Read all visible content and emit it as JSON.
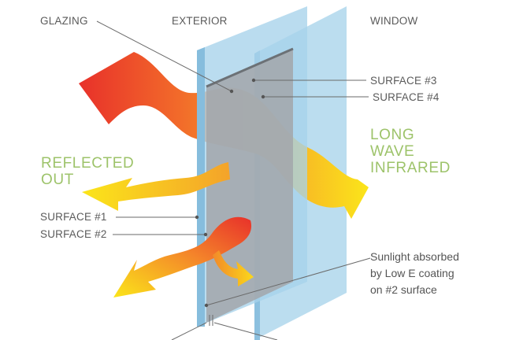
{
  "labels": {
    "glazing": "GLAZING",
    "exterior": "EXTERIOR",
    "window": "WINDOW",
    "surface3": "SURFACE #3",
    "surface4": "SURFACE #4",
    "surface1": "SURFACE #1",
    "surface2": "SURFACE #2",
    "reflected_line1": "REFLECTED",
    "reflected_line2": "OUT",
    "longwave_line1": "LONG",
    "longwave_line2": "WAVE",
    "longwave_line3": "INFRARED",
    "absorbed_line1": "Sunlight absorbed",
    "absorbed_line2": "by Low E coating",
    "absorbed_line3": "on #2 surface"
  },
  "colors": {
    "glass": "#9ec9e2",
    "glass_edge": "#7fb3d3",
    "coating": "#9a9fa3",
    "label_text": "#5a5a5a",
    "accent_green": "#9dc36a",
    "arrow_red": "#e8312a",
    "arrow_orange": "#f39b26",
    "arrow_yellow": "#fbe51a"
  }
}
